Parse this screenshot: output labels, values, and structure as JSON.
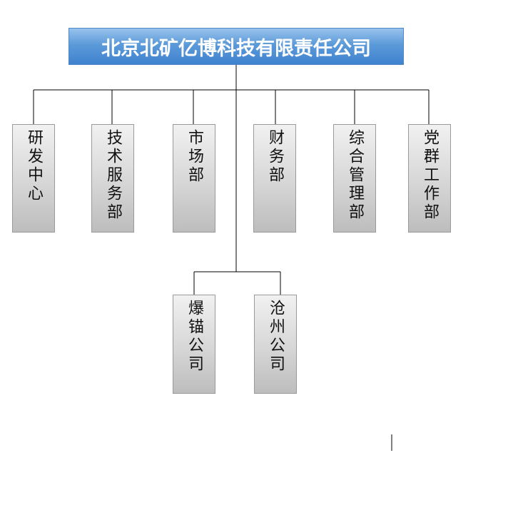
{
  "org_chart": {
    "root": {
      "label": "北京北矿亿博科技有限责任公司"
    },
    "departments": [
      {
        "label": "研发中心"
      },
      {
        "label": "技术服务部"
      },
      {
        "label": "市场部"
      },
      {
        "label": "财务部"
      },
      {
        "label": "综合管理部"
      },
      {
        "label": "党群工作部"
      }
    ],
    "subsidiaries": [
      {
        "label": "爆锚公司"
      },
      {
        "label": "沧州公司"
      }
    ]
  },
  "colors": {
    "title_box_fill": "#5b9ad9",
    "title_text": "#ffffff",
    "box_fill": "#d6d6d6",
    "connector": "#000000"
  }
}
